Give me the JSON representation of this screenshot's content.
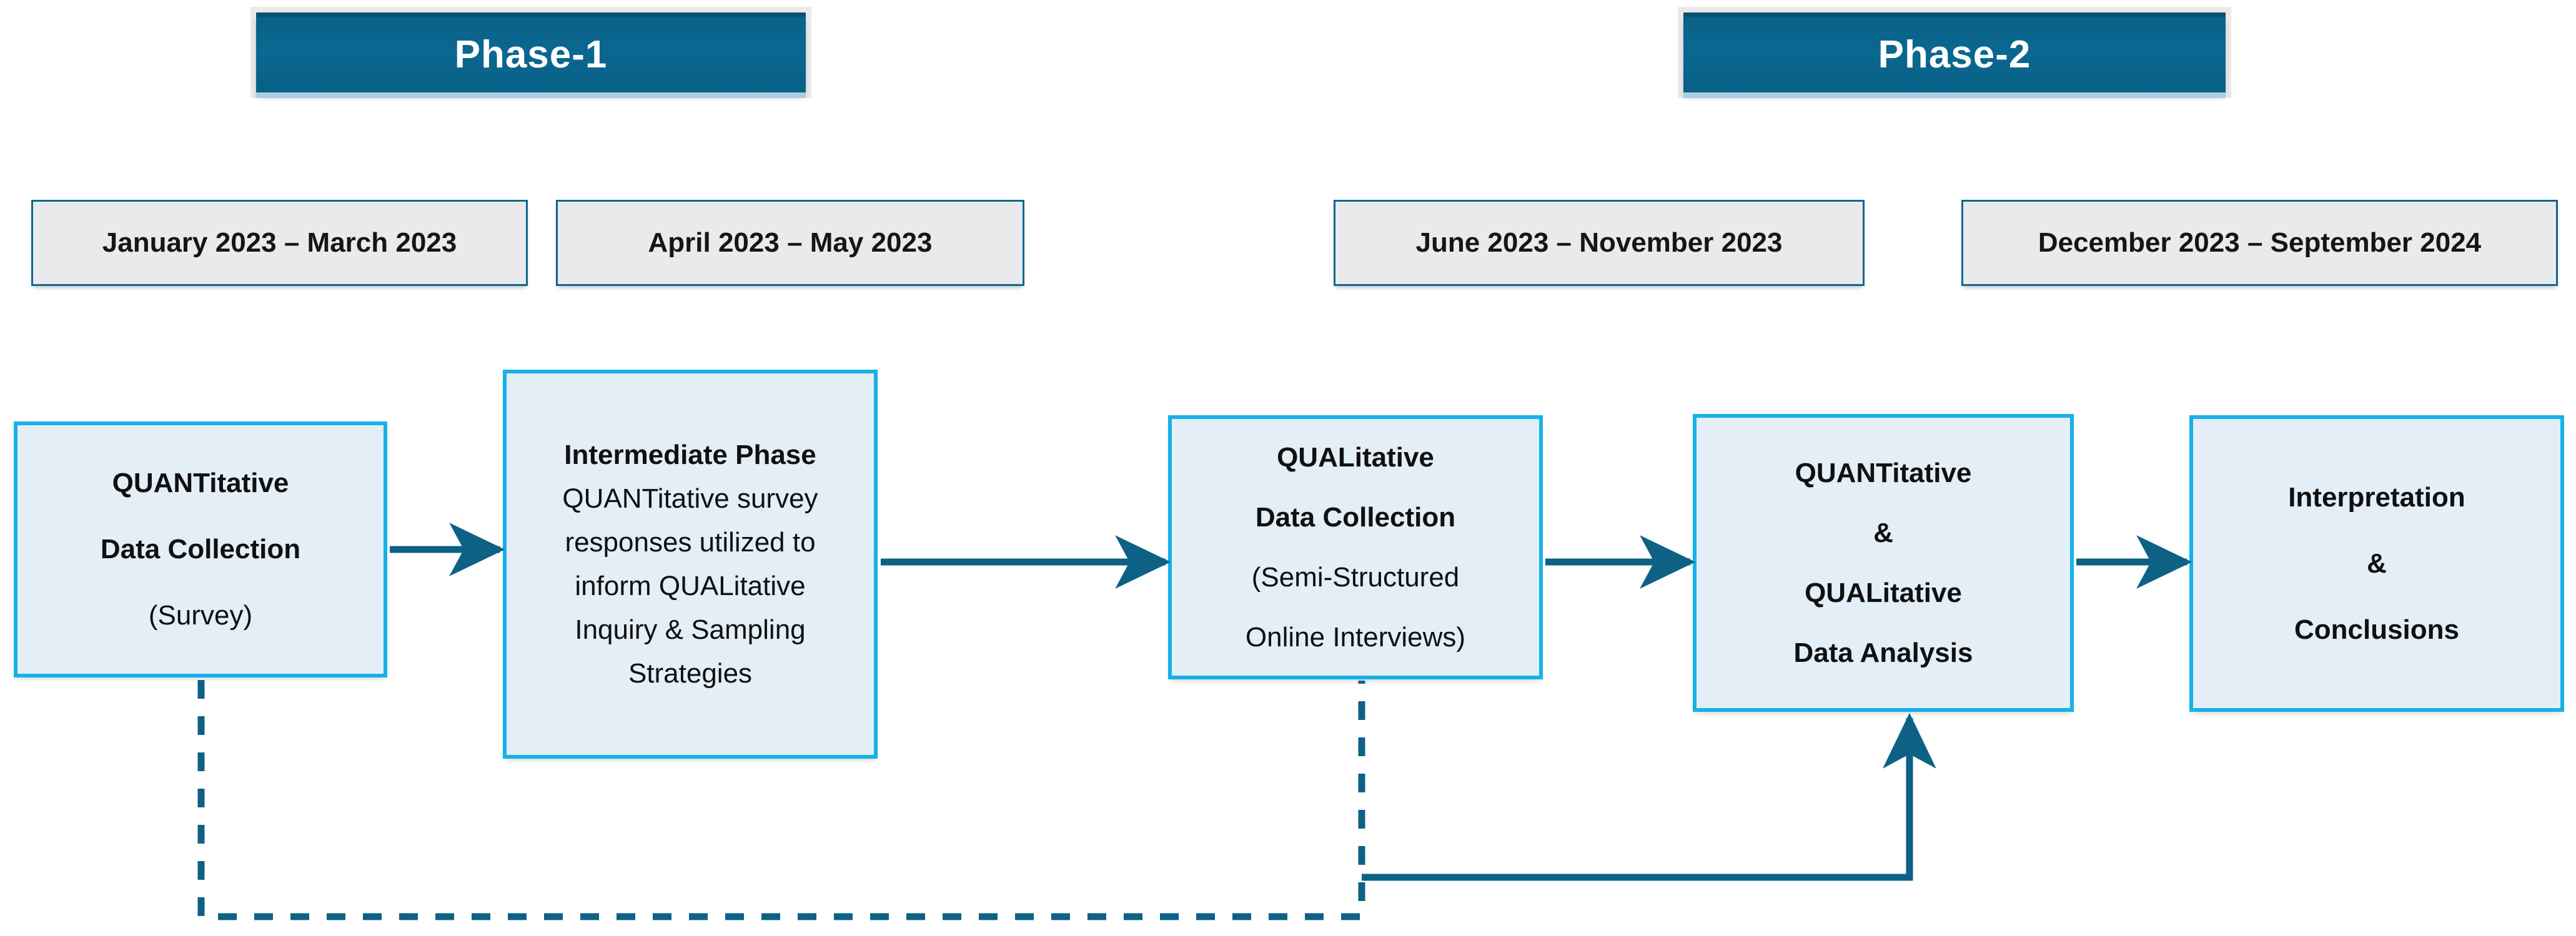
{
  "colors": {
    "banner_fill": "#0a6890",
    "banner_edge": "#0d4f70",
    "chip_fill": "#e8eaec",
    "chip_border": "#10678f",
    "box_fill": "#e3eef7",
    "box_border": "#17b1e8",
    "arrow": "#0d6185",
    "text": "#101010",
    "banner_text": "#ffffff"
  },
  "phases": [
    {
      "label": "Phase-1"
    },
    {
      "label": "Phase-2"
    }
  ],
  "timeline": [
    {
      "label": "January 2023 – March 2023"
    },
    {
      "label": "April 2023 – May 2023"
    },
    {
      "label": "June 2023 – November 2023"
    },
    {
      "label": "December 2023 – September 2024"
    }
  ],
  "steps": [
    {
      "name": "quantitative-data-collection",
      "lines": [
        {
          "text": "QUANTitative",
          "bold": true
        },
        {
          "text": "Data Collection",
          "bold": true
        },
        {
          "text": "(Survey)",
          "bold": false
        }
      ]
    },
    {
      "name": "intermediate-phase",
      "lines": [
        {
          "text": "Intermediate Phase",
          "bold": true
        },
        {
          "text": "QUANTitative survey",
          "bold": false
        },
        {
          "text": "responses utilized to",
          "bold": false
        },
        {
          "text": "inform QUALitative",
          "bold": false
        },
        {
          "text": "Inquiry & Sampling",
          "bold": false
        },
        {
          "text": "Strategies",
          "bold": false
        }
      ]
    },
    {
      "name": "qualitative-data-collection",
      "lines": [
        {
          "text": "QUALitative",
          "bold": true
        },
        {
          "text": "Data Collection",
          "bold": true
        },
        {
          "text": "(Semi-Structured",
          "bold": false
        },
        {
          "text": "Online Interviews)",
          "bold": false
        }
      ]
    },
    {
      "name": "data-analysis",
      "lines": [
        {
          "text": "QUANTitative",
          "bold": true
        },
        {
          "text": "&",
          "bold": true
        },
        {
          "text": "QUALitative",
          "bold": true
        },
        {
          "text": "Data Analysis",
          "bold": true
        }
      ]
    },
    {
      "name": "interpretation-conclusions",
      "lines": [
        {
          "text": "Interpretation",
          "bold": true
        },
        {
          "text": "&",
          "bold": true
        },
        {
          "text": "Conclusions",
          "bold": true
        }
      ]
    }
  ],
  "connectors": [
    {
      "name": "arrow-step1-to-step2",
      "style": "solid",
      "direction": "right"
    },
    {
      "name": "arrow-step2-to-step3",
      "style": "solid",
      "direction": "right"
    },
    {
      "name": "arrow-step3-to-step4",
      "style": "solid",
      "direction": "right"
    },
    {
      "name": "arrow-step4-to-step5",
      "style": "solid",
      "direction": "right"
    },
    {
      "name": "dashed-feedback-step1-to-step3",
      "style": "dashed",
      "direction": "right"
    },
    {
      "name": "arrow-feedback-to-step4",
      "style": "solid",
      "direction": "up"
    }
  ]
}
